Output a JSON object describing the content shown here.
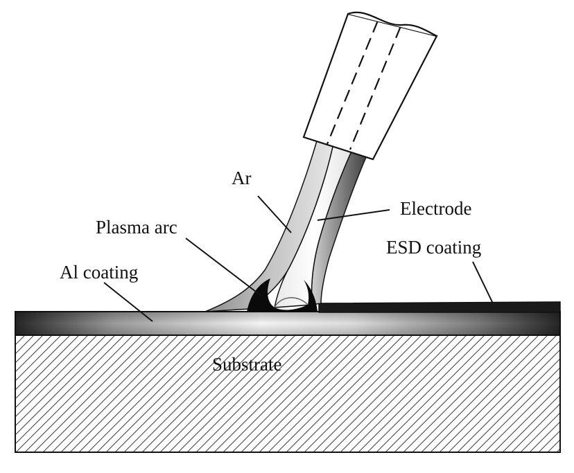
{
  "labels": {
    "ar": "Ar",
    "electrode": "Electrode",
    "plasma_arc": "Plasma arc",
    "esd_coating": "ESD coating",
    "al_coating": "Al coating",
    "substrate": "Substrate"
  },
  "colors": {
    "ink": "#111111",
    "coating_dark": "#222222",
    "coating_light": "#f2f2f2",
    "ar_gas": "#b8b8b8",
    "electrode_body": "#f4f4f4",
    "hatch": "#444444"
  }
}
